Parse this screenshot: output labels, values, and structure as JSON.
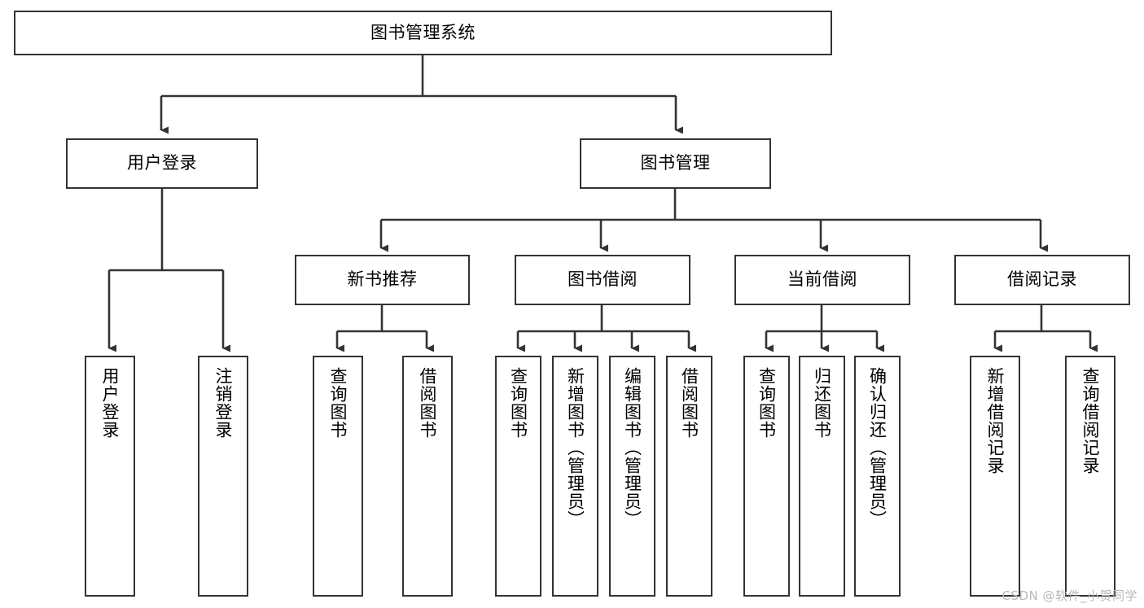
{
  "diagram": {
    "title": "图书管理系统",
    "type": "tree-hierarchy-diagram",
    "watermark": "CSDN @软件_小贺同学",
    "colors": {
      "stroke": "#333333",
      "fill": "#ffffff",
      "text": "#000000",
      "watermark": "#b8b8b8"
    },
    "root": {
      "label": "图书管理系统"
    },
    "level2": [
      {
        "label": "用户登录"
      },
      {
        "label": "图书管理"
      }
    ],
    "level3": [
      {
        "label": "新书推荐"
      },
      {
        "label": "图书借阅"
      },
      {
        "label": "当前借阅"
      },
      {
        "label": "借阅记录"
      }
    ],
    "leaves": {
      "user_login": [
        {
          "label": "用户登录"
        },
        {
          "label": "注销登录"
        }
      ],
      "new_book_recommend": [
        {
          "label": "查询图书"
        },
        {
          "label": "借阅图书"
        }
      ],
      "book_borrow": [
        {
          "label": "查询图书"
        },
        {
          "label": "新增图书（管理员）"
        },
        {
          "label": "编辑图书（管理员）"
        },
        {
          "label": "借阅图书"
        }
      ],
      "current_borrow": [
        {
          "label": "查询图书"
        },
        {
          "label": "归还图书"
        },
        {
          "label": "确认归还（管理员）"
        }
      ],
      "borrow_record": [
        {
          "label": "新增借阅记录"
        },
        {
          "label": "查询借阅记录"
        }
      ]
    }
  }
}
